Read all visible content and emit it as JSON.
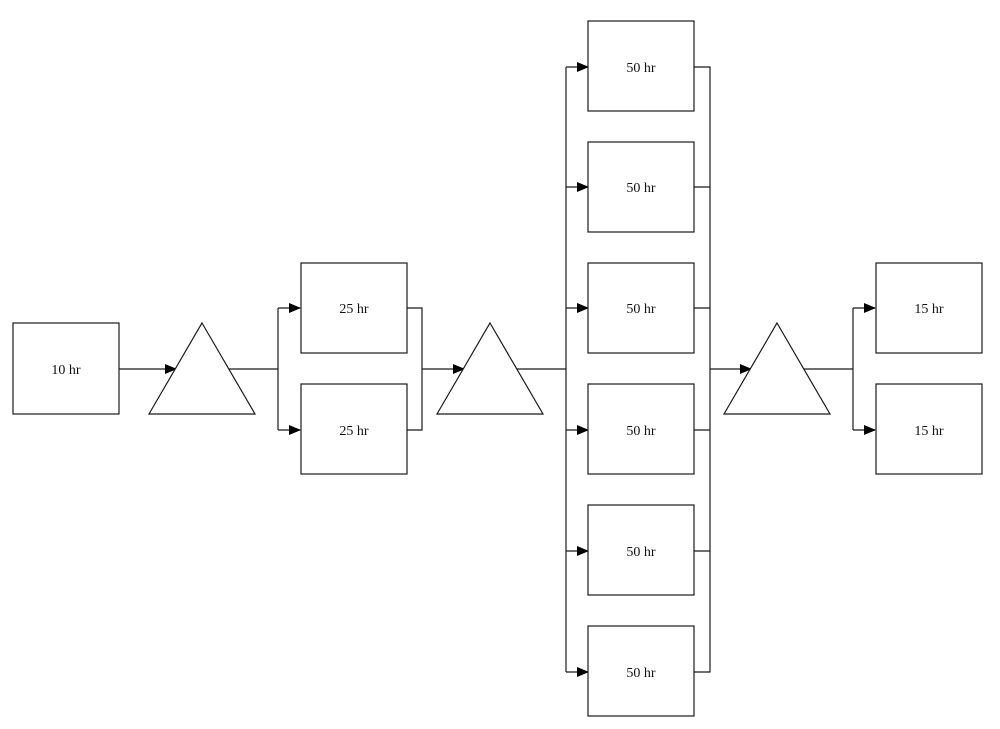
{
  "stations": [
    {
      "id": "s1",
      "label": "10 hr"
    },
    {
      "id": "s2a",
      "label": "25 hr"
    },
    {
      "id": "s2b",
      "label": "25 hr"
    },
    {
      "id": "s3a",
      "label": "50 hr"
    },
    {
      "id": "s3b",
      "label": "50 hr"
    },
    {
      "id": "s3c",
      "label": "50 hr"
    },
    {
      "id": "s3d",
      "label": "50 hr"
    },
    {
      "id": "s3e",
      "label": "50 hr"
    },
    {
      "id": "s3f",
      "label": "50 hr"
    },
    {
      "id": "s4a",
      "label": "15 hr"
    },
    {
      "id": "s4b",
      "label": "15 hr"
    }
  ],
  "buffers": [
    {
      "id": "b1"
    },
    {
      "id": "b2"
    },
    {
      "id": "b3"
    }
  ]
}
